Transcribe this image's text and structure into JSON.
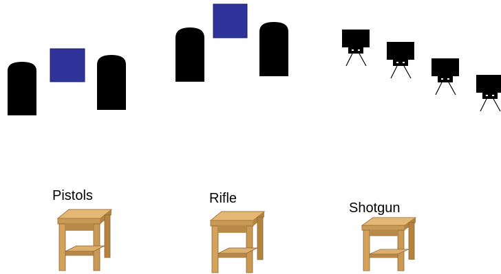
{
  "stations": [
    {
      "label": "Pistols"
    },
    {
      "label": "Rifle"
    },
    {
      "label": "Shotgun"
    }
  ],
  "icons": {
    "target": "silhouette-target-icon",
    "square": "blue-square-target-icon",
    "clay": "clay-thrower-icon",
    "stool": "wooden-stool-icon"
  },
  "colors": {
    "target": "#000000",
    "square": "#303399",
    "square_border": "#1a1f66",
    "wood_light": "#e2b874",
    "wood_mid": "#c99a55",
    "wood_dark": "#8c6130"
  }
}
